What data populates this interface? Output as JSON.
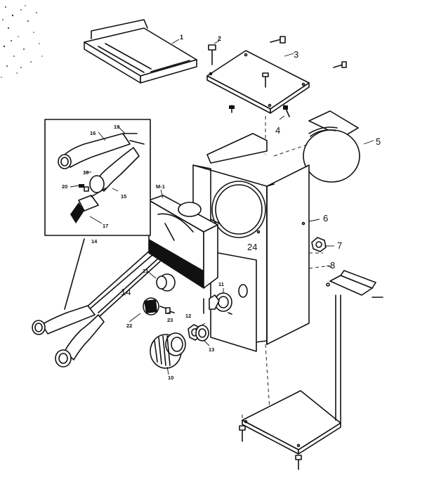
{
  "callouts": {
    "c1": "1",
    "c2": "2",
    "c3": "3",
    "c4": "4",
    "c5": "5",
    "c6": "6",
    "c7": "7",
    "c8": "8",
    "c10": "10",
    "c11": "11",
    "c12": "12",
    "c13": "13",
    "c14": "14",
    "c14b": "14",
    "c15": "15",
    "c16": "16",
    "c17": "17",
    "c18": "18",
    "c19": "19",
    "c20": "20",
    "c21": "21",
    "c22": "22",
    "c23": "23",
    "c24": "24",
    "cM1": "M-1"
  }
}
